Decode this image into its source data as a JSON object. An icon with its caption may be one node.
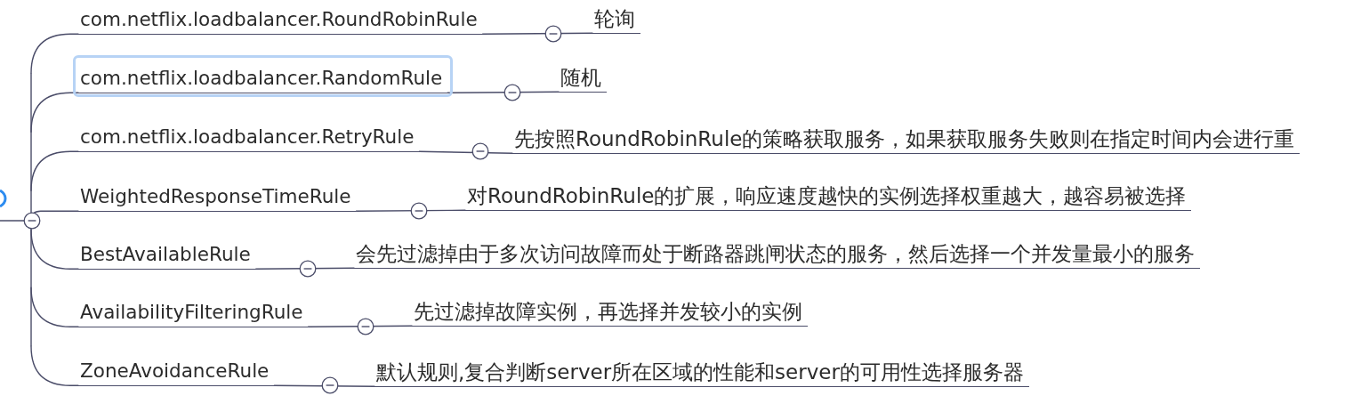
{
  "diagram": {
    "nodes": [
      {
        "text": [
          "com.netflix.loadbalancer.RoundRobinRule"
        ]
      },
      {
        "text": [
          "轮询"
        ]
      },
      {
        "text": [
          "com.netflix.loadbalancer.RandomRule"
        ]
      },
      {
        "text": [
          "随机"
        ]
      },
      {
        "text": [
          "com.netflix.loadbalancer.RetryRule"
        ]
      },
      {
        "text": [
          "先按照RoundRobinRule的策略获取服务，如果获取服务失败则在指定时间内会进行重"
        ]
      },
      {
        "text": [
          "WeightedResponseTimeRule"
        ]
      },
      {
        "text": [
          "对RoundRobinRule的扩展，响应速度越快的实例选择权重越大，越容易被选择"
        ]
      },
      {
        "text": [
          "BestAvailableRule"
        ]
      },
      {
        "text": [
          "会先过滤掉由于多次访问故障而处于断路器跳闸状态的服务，然后选择一个并发量最小的服务"
        ]
      },
      {
        "text": [
          "AvailabilityFilteringRule"
        ]
      },
      {
        "text": [
          "先过滤掉故障实例，再选择并发较小的实例"
        ]
      },
      {
        "text": [
          "ZoneAvoidanceRule"
        ]
      },
      {
        "text": [
          "默认规则,复合判断server所在区域的性能和server的可用性选择服务器"
        ]
      }
    ],
    "edges": [
      {
        "from": null,
        "to": 0,
        "arrow": "none"
      },
      {
        "from": null,
        "to": 2,
        "arrow": "none"
      },
      {
        "from": null,
        "to": 4,
        "arrow": "none"
      },
      {
        "from": null,
        "to": 6,
        "arrow": "none"
      },
      {
        "from": null,
        "to": 8,
        "arrow": "none"
      },
      {
        "from": null,
        "to": 10,
        "arrow": "none"
      },
      {
        "from": null,
        "to": 12,
        "arrow": "none"
      },
      {
        "from": 0,
        "to": 1,
        "arrow": "none"
      },
      {
        "from": 2,
        "to": 3,
        "arrow": "none"
      },
      {
        "from": 4,
        "to": 5,
        "arrow": "none"
      },
      {
        "from": 6,
        "to": 7,
        "arrow": "none"
      },
      {
        "from": 8,
        "to": 9,
        "arrow": "none"
      },
      {
        "from": 10,
        "to": 11,
        "arrow": "none"
      },
      {
        "from": 12,
        "to": 13,
        "arrow": "none"
      }
    ]
  }
}
